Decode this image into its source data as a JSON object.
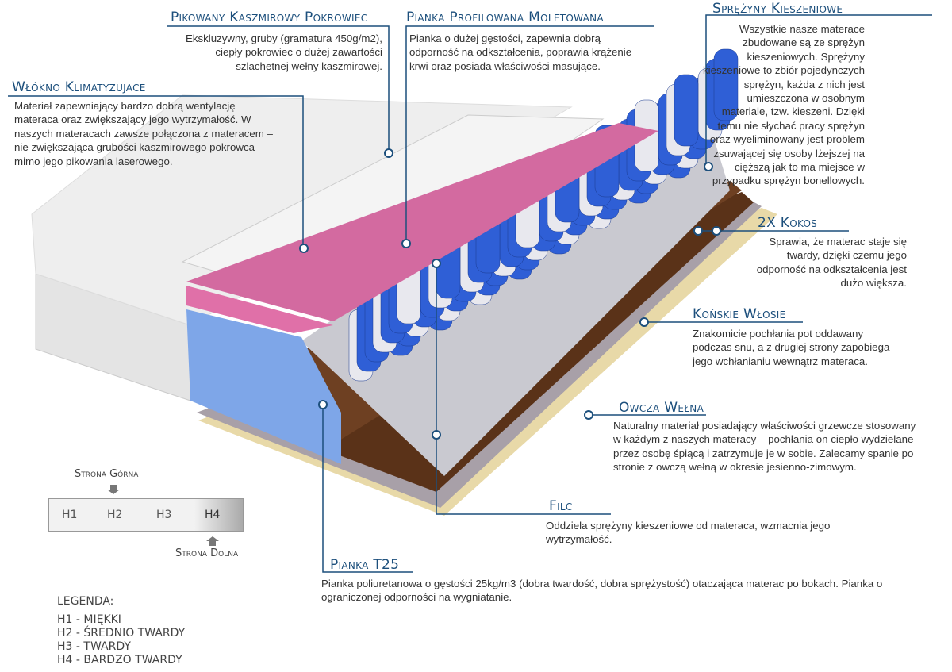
{
  "features": [
    {
      "title": "Pikowany Kaszmirowy Pokrowiec",
      "text": "Ekskluzywny, gruby (gramatura 450g/m2), ciepły pokrowiec o dużej zawartości szlachetnej wełny kaszmirowej."
    },
    {
      "title": "Pianka Profilowana Moletowana",
      "text": "Pianka o dużej gęstości, zapewnia dobrą odporność na odkształcenia, poprawia krążenie krwi oraz posiada właściwości masujące."
    },
    {
      "title": "Sprężyny Kieszeniowe",
      "text": "Wszystkie nasze materace zbudowane są ze sprężyn kieszeniowych. Sprężyny kieszeniowe to zbiór pojedynczych sprężyn, każda z nich jest umieszczona w osobnym materiale, tzw. kieszeni. Dzięki temu nie słychać pracy sprężyn oraz wyeliminowany jest problem zsuwającej się osoby lżejszej na cięższą jak to ma miejsce w przypadku sprężyn bonellowych."
    },
    {
      "title": "Włókno Klimatyzujace",
      "text": "Materiał zapewniający bardzo dobrą wentylację materaca oraz zwiększający jego wytrzymałość. W naszych materacach zawsze połączona z materacem – nie zwiększająca grubości kaszmirowego pokrowca mimo jego pikowania laserowego."
    },
    {
      "title": "2X Kokos",
      "text": "Sprawia, że materac staje się twardy, dzięki czemu jego odporność na odkształcenia jest dużo większa."
    },
    {
      "title": "Końskie Włosie",
      "text": "Znakomicie pochłania pot oddawany podczas snu, a z drugiej strony zapobiega jego wchłanianiu wewnątrz materaca."
    },
    {
      "title": "Owcza Wełna",
      "text": "Naturalny materiał posiadający właściwości grzewcze stosowany w każdym z naszych materacy – pochłania on ciepło wydzielane przez osobę śpiącą i zatrzymuje je w sobie. Zalecamy spanie po stronie z owczą wełną w okresie jesienno-zimowym."
    },
    {
      "title": "Filc",
      "text": "Oddziela sprężyny kieszeniowe od materaca, wzmacnia jego wytrzymałość."
    },
    {
      "title": "Pianka T25",
      "text": "Pianka poliuretanowa o gęstości 25kg/m3 (dobra twardość, dobra sprężystość) otaczająca materac po bokach. Pianka o ograniczonej odporności na wygniatanie."
    }
  ],
  "firmness": {
    "top_label": "Strona Górna",
    "bottom_label": "Strona Dolna",
    "levels": [
      "H1",
      "H2",
      "H3",
      "H4"
    ]
  },
  "legend": {
    "title": "LEGENDA:",
    "items": [
      "H1 - MIĘKKI",
      "H2 - ŚREDNIO TWARDY",
      "H3 - TWARDY",
      "H4 - BARDZO TWARDY"
    ]
  },
  "colors": {
    "heading": "#1c4f7c",
    "line": "#1c4f7c"
  }
}
